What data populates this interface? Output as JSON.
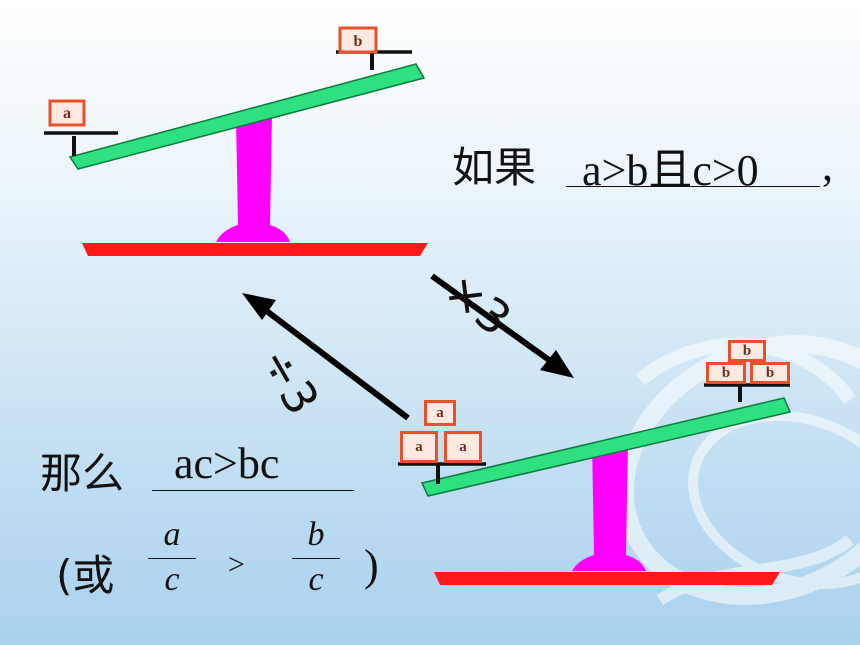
{
  "boxes": {
    "a": "a",
    "b": "b"
  },
  "operations": {
    "multiply": "×3",
    "divide": "÷3"
  },
  "statement_if": {
    "prefix": "如果",
    "condition": "a>b且c>0",
    "suffix": ","
  },
  "statement_then": {
    "prefix": "那么",
    "result": "ac>bc"
  },
  "alternative": {
    "open": "(或",
    "left_num": "a",
    "left_den": "c",
    "relation": ">",
    "right_num": "b",
    "right_den": "c",
    "close": ")"
  },
  "colors": {
    "beam": "#28d07a",
    "pillar": "#ff00ff",
    "base": "#ff1a1a",
    "box_border": "#e8502a",
    "arrow": "#000000"
  }
}
